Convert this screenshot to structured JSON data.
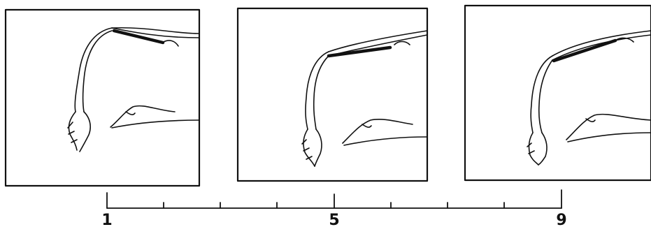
{
  "scale": {
    "labels": [
      "1",
      "5",
      "9"
    ]
  },
  "panels": [
    {
      "score": "1",
      "line_angle": "steep"
    },
    {
      "score": "5",
      "line_angle": "moderate"
    },
    {
      "score": "9",
      "line_angle": "shallow"
    }
  ],
  "colors": {
    "ink": "#111111",
    "background": "#ffffff"
  }
}
